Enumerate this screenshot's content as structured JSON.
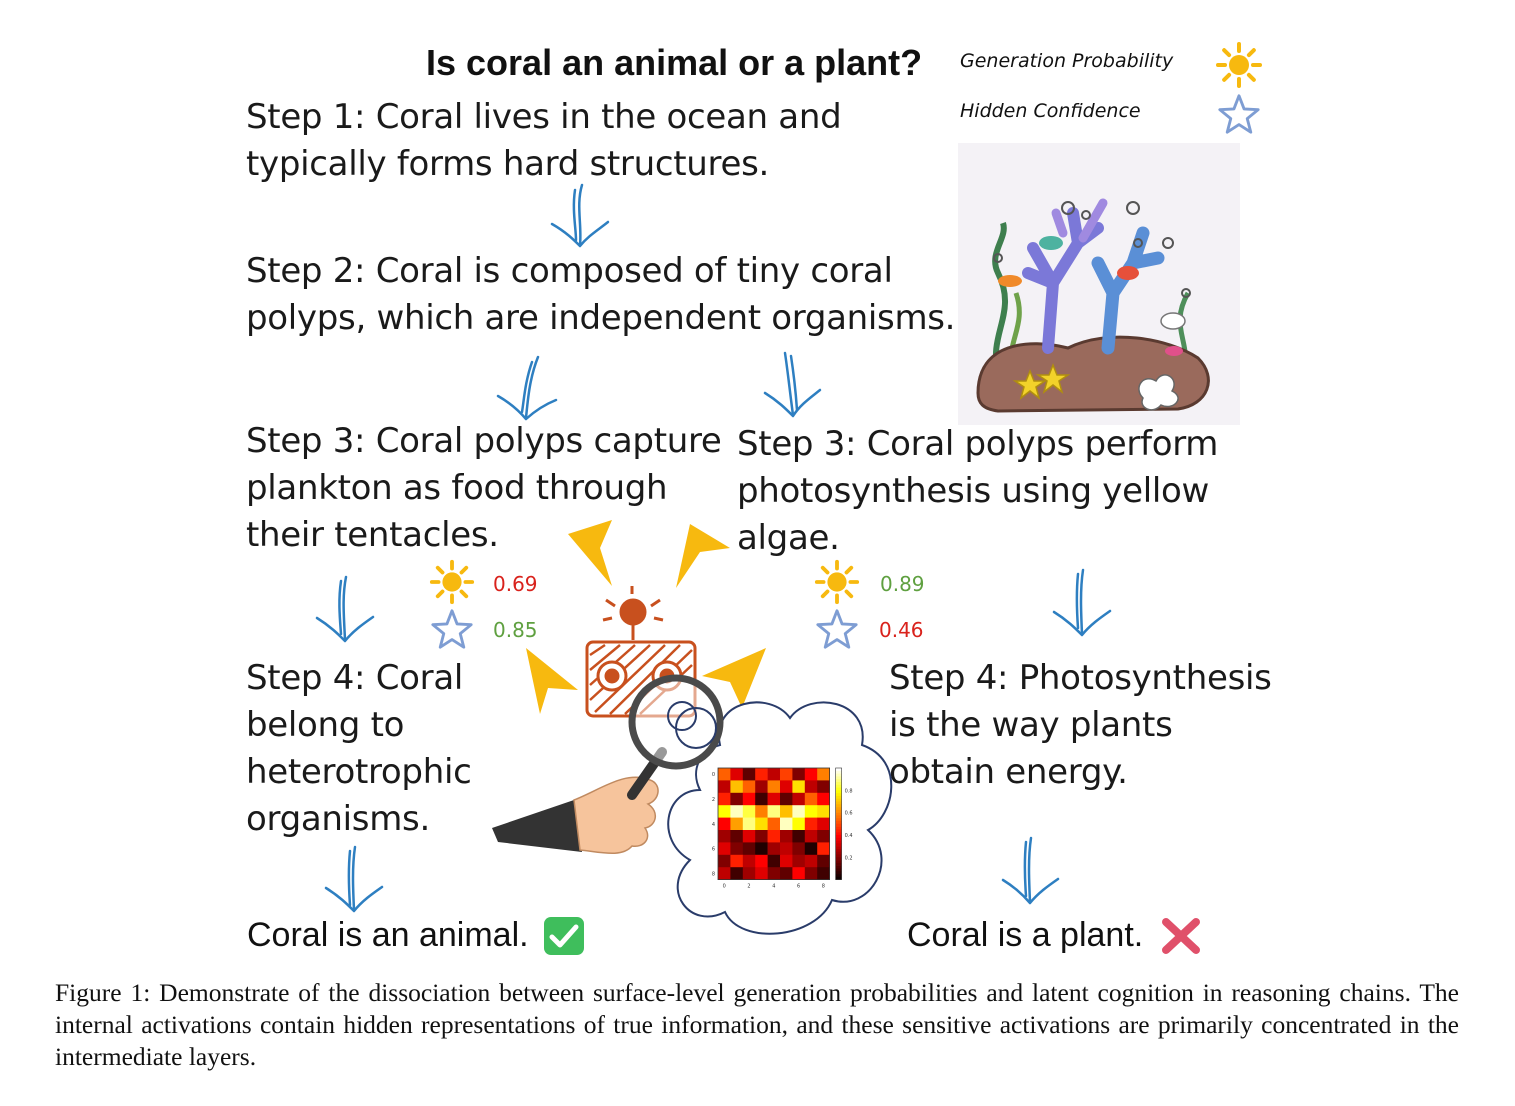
{
  "question": "Is coral an animal or a plant?",
  "legend": {
    "generation_probability": "Generation Probability",
    "hidden_confidence": "Hidden Confidence",
    "sun_icon_color": "#F7B90F",
    "star_icon_color": "#7E9DD3"
  },
  "steps": {
    "step1": "Step 1: Coral lives in the ocean and\ntypically forms hard structures.",
    "step2": "Step 2: Coral is composed of tiny coral\npolyps, which are independent organisms.",
    "step3_left": "Step 3: Coral polyps capture\nplankton as food through\ntheir tentacles.",
    "step3_right": "Step 3: Coral polyps perform\nphotosynthesis using yellow\nalgae.",
    "step4_left": "Step 4: Coral\nbelong to\nheterotrophic\norganisms.",
    "step4_right": "Step 4: Photosynthesis\nis the way plants\nobtain energy."
  },
  "scores": {
    "left": {
      "generation_probability": "0.69",
      "hidden_confidence": "0.85",
      "generation_color": "#D9221C",
      "hidden_color": "#5FA040"
    },
    "right": {
      "generation_probability": "0.89",
      "hidden_confidence": "0.46",
      "generation_color": "#5FA040",
      "hidden_color": "#D9221C"
    }
  },
  "conclusions": {
    "left": "Coral is an animal.",
    "right": "Coral is a plant.",
    "check_icon_color": "#3FBE5C",
    "cross_icon_color": "#E0506A"
  },
  "heatmap": {
    "x_ticks": [
      "0",
      "2",
      "4",
      "6",
      "8"
    ],
    "y_ticks": [
      "0",
      "2",
      "4",
      "6",
      "8"
    ],
    "colorbar_ticks": [
      "0.8",
      "0.6",
      "0.4",
      "0.2"
    ],
    "values": [
      [
        0.55,
        0.35,
        0.15,
        0.45,
        0.3,
        0.5,
        0.2,
        0.4,
        0.6
      ],
      [
        0.3,
        0.7,
        0.55,
        0.25,
        0.6,
        0.35,
        0.75,
        0.3,
        0.2
      ],
      [
        0.45,
        0.2,
        0.4,
        0.1,
        0.35,
        0.15,
        0.3,
        0.55,
        0.4
      ],
      [
        0.8,
        0.95,
        0.85,
        0.6,
        0.9,
        0.7,
        0.95,
        0.8,
        0.75
      ],
      [
        0.4,
        0.65,
        0.9,
        0.75,
        0.55,
        0.95,
        0.8,
        0.45,
        0.35
      ],
      [
        0.25,
        0.15,
        0.35,
        0.2,
        0.45,
        0.25,
        0.1,
        0.3,
        0.2
      ],
      [
        0.35,
        0.2,
        0.15,
        0.05,
        0.25,
        0.3,
        0.2,
        0.05,
        0.45
      ],
      [
        0.2,
        0.45,
        0.3,
        0.4,
        0.1,
        0.35,
        0.25,
        0.3,
        0.15
      ],
      [
        0.3,
        0.1,
        0.25,
        0.35,
        0.2,
        0.15,
        0.4,
        0.2,
        0.1
      ]
    ]
  },
  "caption": "Figure 1:  Demonstrate of the dissociation between surface-level generation probabilities and latent cognition in reasoning chains.  The internal activations contain hidden representations of true information, and these sensitive activations are primarily concentrated in the intermediate layers.",
  "colors": {
    "arrow": "#2E7FC1",
    "spotlight": "#F7B90F",
    "robot": "#C8501E",
    "thought_cloud": "#2A3C6A"
  }
}
